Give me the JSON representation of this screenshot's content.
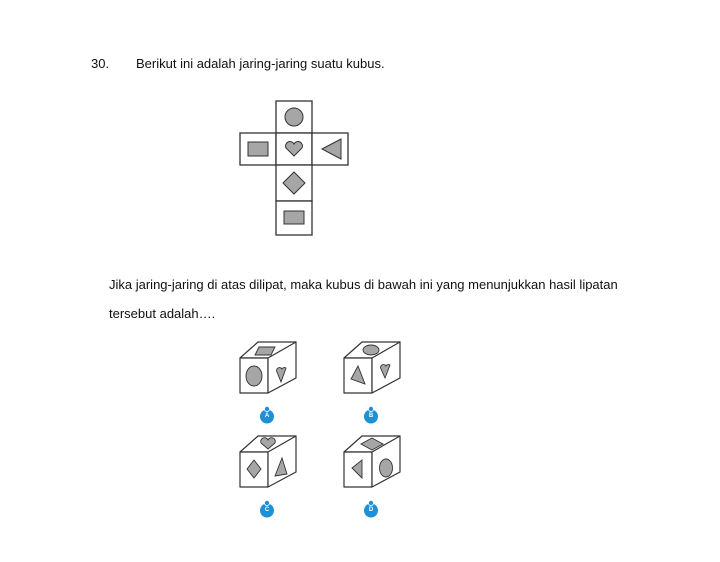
{
  "question": {
    "number": "30.",
    "text": "Berikut ini adalah jaring-jaring suatu kubus."
  },
  "net_faces": [
    "circle-icon",
    "rectangle-icon",
    "heart-icon",
    "triangle-icon",
    "diamond-icon",
    "rectangle-icon"
  ],
  "prompt": {
    "line1": "Jika jaring-jaring di atas dilipat, maka kubus di bawah ini yang menunjukkan hasil lipatan",
    "line2": "tersebut adalah…."
  },
  "options": [
    {
      "label": "A",
      "top": "rectangle",
      "left": "circle",
      "right": "heart"
    },
    {
      "label": "B",
      "top": "circle",
      "left": "triangle",
      "right": "heart"
    },
    {
      "label": "C",
      "top": "heart",
      "left": "diamond",
      "right": "triangle"
    },
    {
      "label": "D",
      "top": "diamond",
      "left": "triangle",
      "right": "circle"
    }
  ],
  "colors": {
    "shape_fill": "#a6a6a6",
    "badge": "#1e90d6",
    "line": "#333333"
  }
}
